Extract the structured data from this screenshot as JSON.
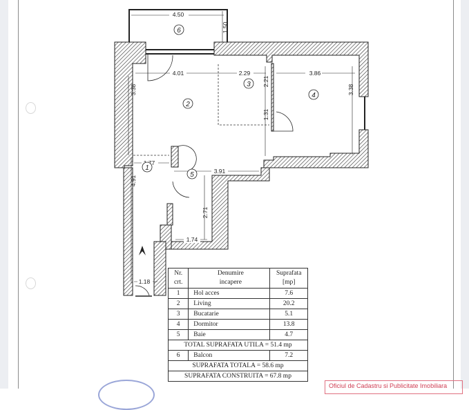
{
  "document": {
    "type": "floor-plan",
    "entrance_marker": "entrance-arrow"
  },
  "plan": {
    "rooms": [
      {
        "id": "1",
        "label": "1"
      },
      {
        "id": "2",
        "label": "2"
      },
      {
        "id": "3",
        "label": "3"
      },
      {
        "id": "4",
        "label": "4"
      },
      {
        "id": "5",
        "label": "5"
      },
      {
        "id": "6",
        "label": "6"
      }
    ],
    "dimensions": {
      "balcony_width": "4.50",
      "balcony_depth": "1.50",
      "living_width": "4.01",
      "kitchen_width": "2.29",
      "bedroom_width": "3.86",
      "living_height": "3.38",
      "kitchen_height": "2.21",
      "bedroom_height": "3.38",
      "passage_height": "1.31",
      "hall_top_width": "1.77",
      "corridor_width": "3.91",
      "hall_height": "4.91",
      "bath_height": "2.71",
      "bath_width": "1.74",
      "entrance_width": "1.18"
    }
  },
  "table": {
    "headers": {
      "nr": [
        "Nr.",
        "crt."
      ],
      "name": [
        "Denumire",
        "incapere"
      ],
      "area": [
        "Suprafata",
        "[mp]"
      ]
    },
    "rows": [
      {
        "nr": "1",
        "name": "Hol acces",
        "area": "7.6"
      },
      {
        "nr": "2",
        "name": "Living",
        "area": "20.2"
      },
      {
        "nr": "3",
        "name": "Bucatarie",
        "area": "5.1"
      },
      {
        "nr": "4",
        "name": "Dormitor",
        "area": "13.8"
      },
      {
        "nr": "5",
        "name": "Baie",
        "area": "4.7"
      }
    ],
    "total_useful": "TOTAL SUPRAFATA UTILA = 51.4 mp",
    "balcony_row": {
      "nr": "6",
      "name": "Balcon",
      "area": "7.2"
    },
    "total_area": "SUPRAFATA TOTALA = 58.6 mp",
    "built_area": "SUPRAFATA CONSTRUITA = 67.8 mp"
  },
  "stamp": {
    "text": "Oficiul de Cadastru si Publicitate Imobiliara"
  },
  "colors": {
    "ink": "#222222",
    "stamp_red": "#d04055",
    "stamp_blue": "#9aa6d8"
  }
}
